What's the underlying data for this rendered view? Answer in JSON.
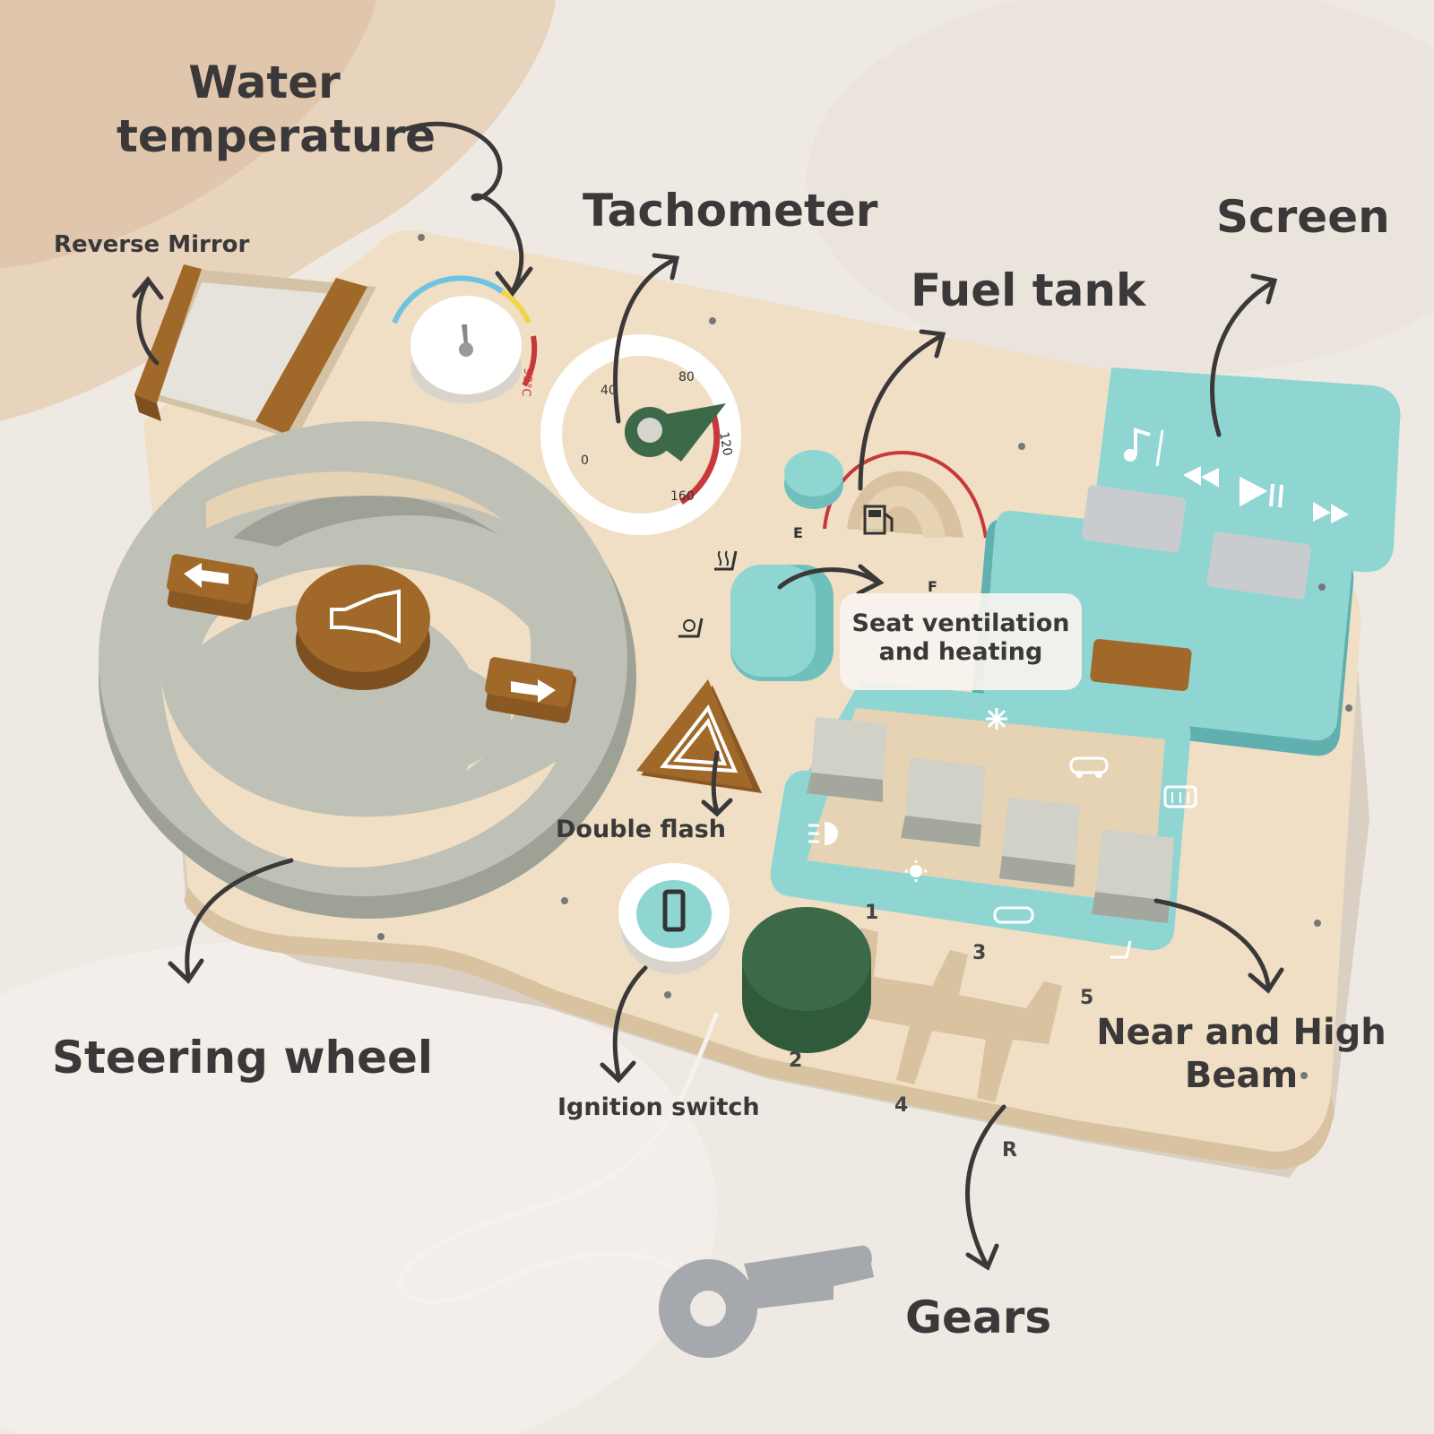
{
  "labels": {
    "water_temperature": [
      "Water",
      "temperature"
    ],
    "reverse_mirror": "Reverse Mirror",
    "tachometer": "Tachometer",
    "screen": "Screen",
    "fuel_tank": "Fuel tank",
    "seat_ventilation": [
      "Seat ventilation",
      "and heating"
    ],
    "double_flash": "Double flash",
    "steering_wheel": "Steering wheel",
    "ignition_switch": "Ignition switch",
    "near_high_beam": [
      "Near and High",
      "Beam"
    ],
    "gears": "Gears"
  },
  "dial_marks": {
    "tach": [
      "0",
      "40",
      "80",
      "120",
      "160"
    ],
    "temp_hot": "90°C",
    "fuel_e": "E",
    "fuel_f": "F"
  },
  "gear_marks": [
    "1",
    "3",
    "5",
    "2",
    "4",
    "R"
  ],
  "colors": {
    "board": "#f0dfc4",
    "teal": "#7fcfcd",
    "grey": "#b4b7ad",
    "brown": "#a0692a",
    "green": "#3c6a49",
    "red": "#c7383a",
    "text": "#3a3838"
  },
  "icons": [
    "horn-icon",
    "left-arrow-icon",
    "right-arrow-icon",
    "hazard-triangle-icon",
    "fuel-pump-icon",
    "seat-heat-icon",
    "seat-fan-icon",
    "music-note-icon",
    "rewind-icon",
    "play-pause-icon",
    "forward-icon",
    "snowflake-icon",
    "car-icon",
    "defrost-icon",
    "headlight-icon",
    "sun-icon",
    "seat-icon"
  ]
}
